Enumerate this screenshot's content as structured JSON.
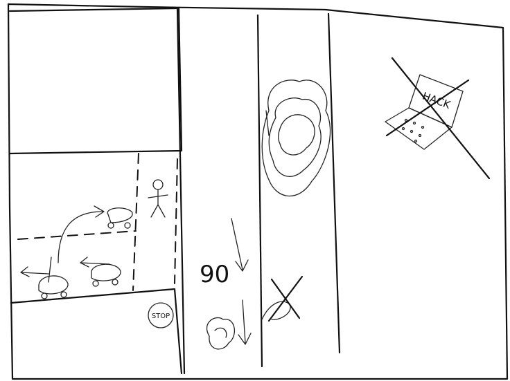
{
  "labels": {
    "stop_sign": "STOP",
    "laptop_screen": "HACK",
    "speed_marking": "90"
  }
}
